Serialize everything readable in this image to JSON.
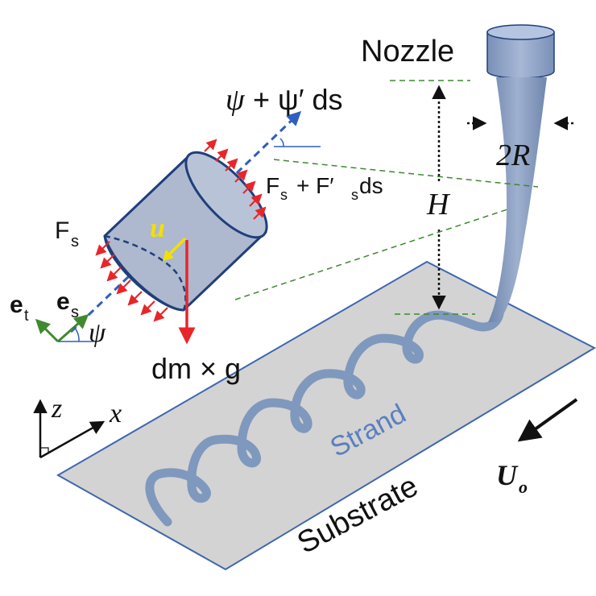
{
  "labels": {
    "nozzle": "Nozzle",
    "two_r": "2R",
    "height": "H",
    "psi_next_a": "ψ",
    "psi_next_b": "+ ψ′ ds",
    "fs_next_a": "F",
    "fs_next_b": "s",
    "fs_next_c": "+ F′",
    "fs_next_d": "s",
    "fs_next_e": " ds",
    "fs_a": "F",
    "fs_b": "s",
    "u": "u",
    "et_a": "e",
    "et_b": "t",
    "es_a": "e",
    "es_b": "s",
    "psi": "ψ",
    "weight": "dm × g",
    "axis_z": "z",
    "axis_x": "x",
    "strand": "Strand",
    "substrate": "Substrate",
    "velocity_a": "U",
    "velocity_b": "o"
  },
  "colors": {
    "nozzle_fill": "#8ea3c6",
    "strand": "#7f98bd",
    "substrate_fill": "#d3d3d3",
    "substrate_edge": "#3f66b0",
    "element_fill": "#aeb8cf",
    "element_edge": "#1f3f7a",
    "force_red": "#e8262a",
    "u_yellow": "#f2e000",
    "guide_green": "#3a8a2e",
    "frame_green": "#3f8a2e",
    "axis_blue": "#2f5fbf",
    "strand_text": "#5b7fbf"
  }
}
